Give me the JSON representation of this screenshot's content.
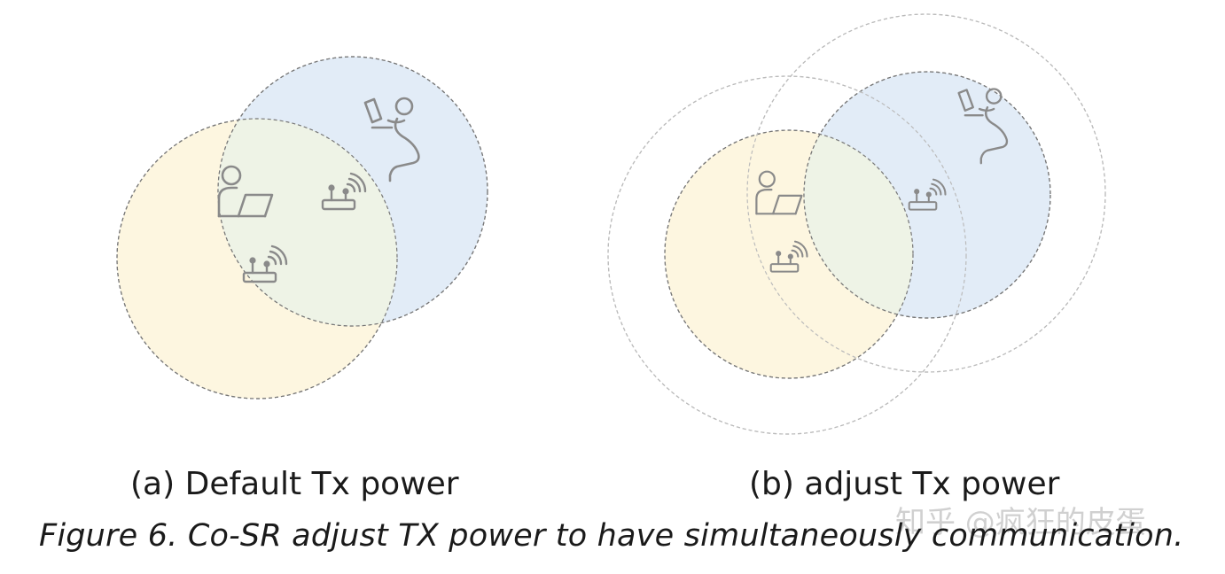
{
  "panels": [
    {
      "label": "(a) Default Tx power",
      "yellow_fill": "#fdf6e0",
      "blue_fill": "#e2ecf7",
      "overlap_fill": "#eef3e6"
    },
    {
      "label": "(b) adjust Tx power",
      "yellow_fill": "#fdf6e0",
      "blue_fill": "#e2ecf7",
      "overlap_fill": "#eef3e6"
    }
  ],
  "caption": "Figure 6. Co-SR adjust TX power to have simultaneously communication.",
  "watermark": "知乎 @疯狂的皮蛋",
  "colors": {
    "stroke": "#777777",
    "icon": "#8a8a8a",
    "range_ring": "#bbbbbb",
    "text": "#1a1a1a"
  },
  "icons": [
    "user-laptop-icon",
    "user-tablet-icon",
    "router-icon"
  ]
}
